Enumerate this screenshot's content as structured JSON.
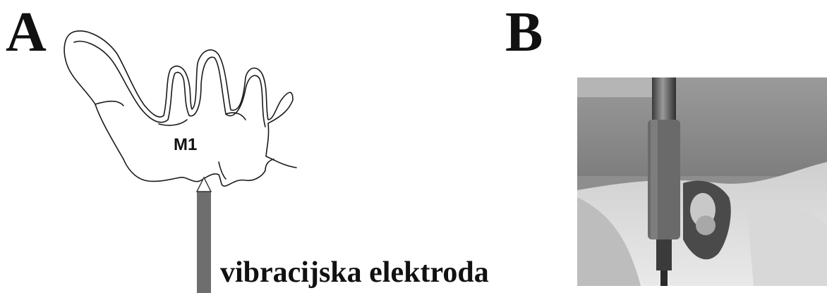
{
  "panels": {
    "a": {
      "letter": "A"
    },
    "b": {
      "letter": "B"
    }
  },
  "diagram": {
    "tooth_label": "M1",
    "electrode_label": "vibracijska elektroda",
    "electrode_color": "#6e6e6e"
  },
  "photo": {
    "background_color": "#8e8e8e"
  }
}
